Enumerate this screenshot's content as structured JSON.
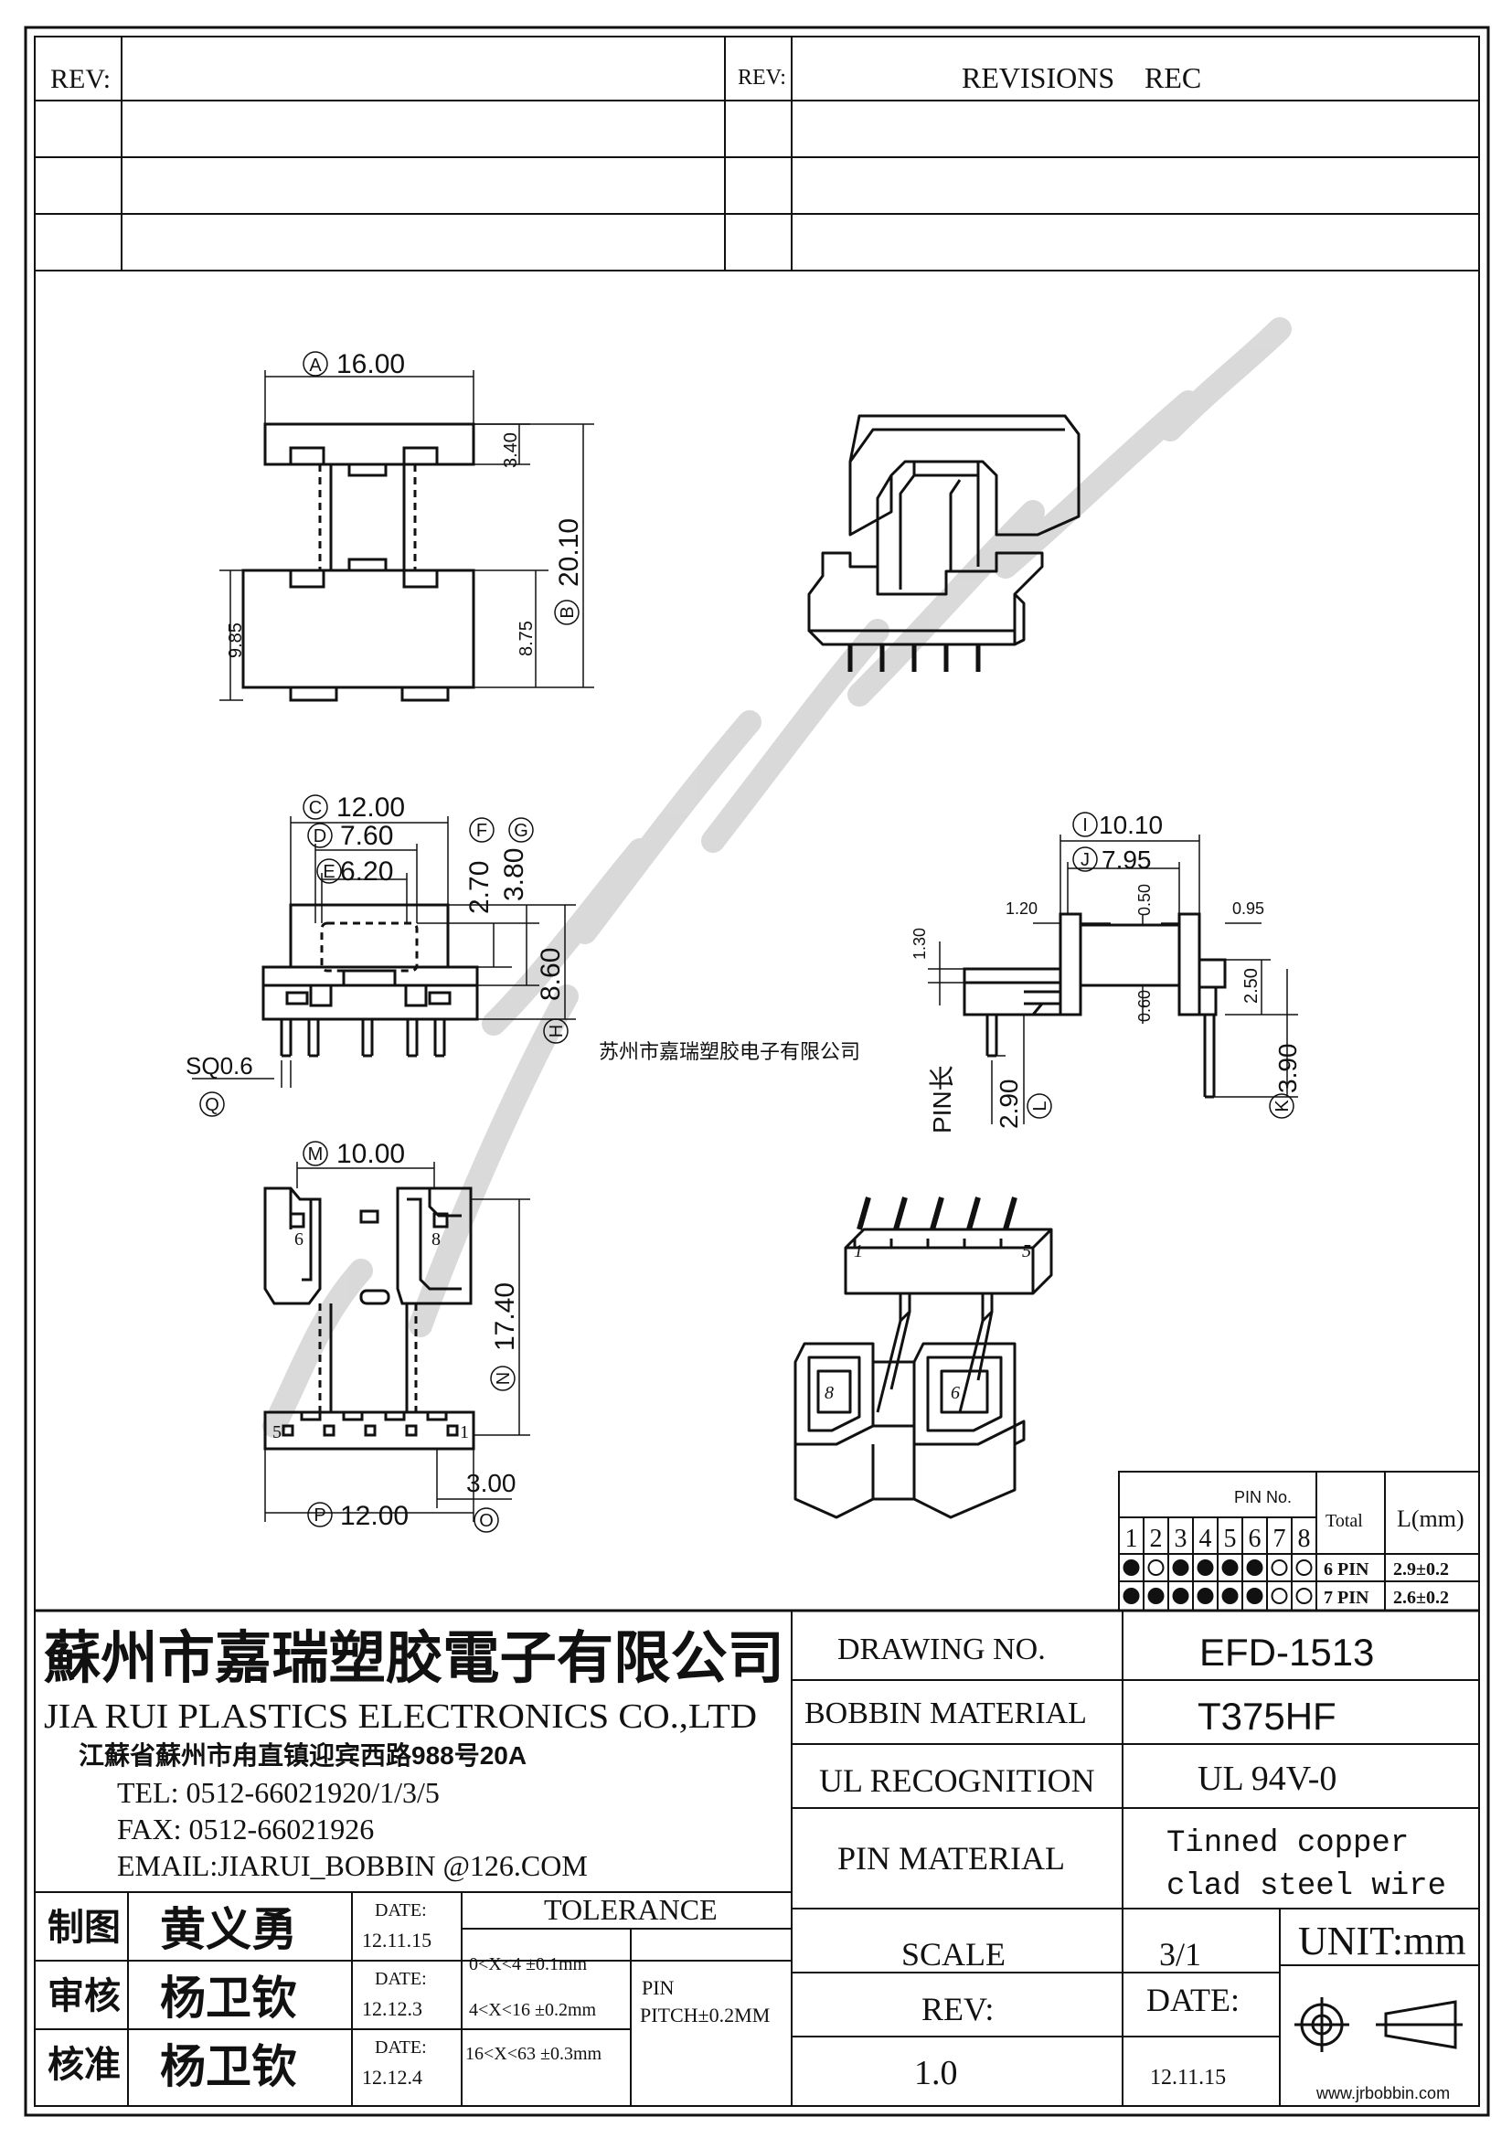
{
  "revision_table": {
    "rev_label_left": "REV:",
    "rev_label_right": "REV:",
    "revisions_label": "REVISIONS",
    "rec_label": "REC"
  },
  "watermark": {
    "center_text": "苏州市嘉瑞塑胶电子有限公司"
  },
  "dimensions": {
    "A": {
      "letter": "A",
      "value": "16.00"
    },
    "B": {
      "letter": "B",
      "value": "20.10"
    },
    "top_flange": "3.40",
    "left_height": "9.85",
    "right_height": "8.75",
    "C": {
      "letter": "C",
      "value": "12.00"
    },
    "D": {
      "letter": "D",
      "value": "7.60"
    },
    "E": {
      "letter": "E",
      "value": "6.20"
    },
    "F": {
      "letter": "F",
      "value": "2.70"
    },
    "G": {
      "letter": "G",
      "value": "3.80"
    },
    "H": {
      "letter": "H",
      "value": "8.60"
    },
    "Q": {
      "letter": "Q",
      "value": "SQ0.6"
    },
    "I": {
      "letter": "I",
      "value": "10.10"
    },
    "J": {
      "letter": "J",
      "value": "7.95"
    },
    "side_120": "1.20",
    "side_050": "0.50",
    "side_095": "0.95",
    "side_130": "1.30",
    "side_060": "0.60",
    "side_250": "2.50",
    "K": {
      "letter": "K",
      "value": "3.90"
    },
    "L": {
      "letter": "L",
      "value": "2.90"
    },
    "pin_len_label": "PIN长",
    "M": {
      "letter": "M",
      "value": "10.00"
    },
    "N": {
      "letter": "N",
      "value": "17.40"
    },
    "O": {
      "letter": "O",
      "value": "3.00"
    },
    "P": {
      "letter": "P",
      "value": "12.00"
    }
  },
  "pin_labels": {
    "p6": "6",
    "p8": "8",
    "p5": "5",
    "p1": "1"
  },
  "iso_pin_labels": {
    "p1": "1",
    "p5": "5",
    "p8": "8",
    "p6": "6"
  },
  "pin_table": {
    "header": "PIN No.",
    "total_label": "Total",
    "length_label": "L(mm)",
    "pins": [
      "1",
      "2",
      "3",
      "4",
      "5",
      "6",
      "7",
      "8"
    ],
    "rows": [
      {
        "filled": [
          true,
          false,
          true,
          true,
          true,
          true,
          false,
          false
        ],
        "total": "6 PIN",
        "length": "2.9±0.2"
      },
      {
        "filled": [
          true,
          true,
          true,
          true,
          true,
          true,
          false,
          false
        ],
        "total": "7 PIN",
        "length": "2.6±0.2"
      }
    ]
  },
  "company": {
    "name_cn": "蘇州市嘉瑞塑胶電子有限公司",
    "name_en": "JIA RUI PLASTICS ELECTRONICS CO.,LTD",
    "address": "江蘇省蘇州市甪直镇迎宾西路988号20A",
    "tel": "TEL: 0512-66021920/1/3/5",
    "fax": "FAX: 0512-66021926",
    "email": "EMAIL:JIARUI_BOBBIN @126.COM"
  },
  "specs": {
    "drawing_no_label": "DRAWING  NO.",
    "drawing_no_value": "EFD-1513",
    "bobbin_material_label": "BOBBIN  MATERIAL",
    "bobbin_material_value": "T375HF",
    "ul_label": "UL RECOGNITION",
    "ul_value": "UL 94V-0",
    "pin_material_label": "PIN MATERIAL",
    "pin_material_value_1": "Tinned copper",
    "pin_material_value_2": "clad steel wire",
    "scale_label": "SCALE",
    "scale_value": "3/1",
    "unit_label": "UNIT:mm",
    "rev_label": "REV:",
    "rev_value": "1.0",
    "date_label": "DATE:",
    "date_value": "12.11.15"
  },
  "signoff": {
    "rows": [
      {
        "role": "制图",
        "name": "黄义勇",
        "date_label": "DATE:",
        "date": "12.11.15"
      },
      {
        "role": "审核",
        "name": "杨卫钦",
        "date_label": "DATE:",
        "date": "12.12.3"
      },
      {
        "role": "核准",
        "name": "杨卫钦",
        "date_label": "DATE:",
        "date": "12.12.4"
      }
    ]
  },
  "tolerance": {
    "title": "TOLERANCE",
    "line1": "0<X<4  ±0.1mm",
    "line2": "4<X<16 ±0.2mm",
    "line3": "16<X<63 ±0.3mm",
    "pin_label": "PIN",
    "pitch": "PITCH±0.2MM"
  },
  "footer_url": "www.jrbobbin.com"
}
